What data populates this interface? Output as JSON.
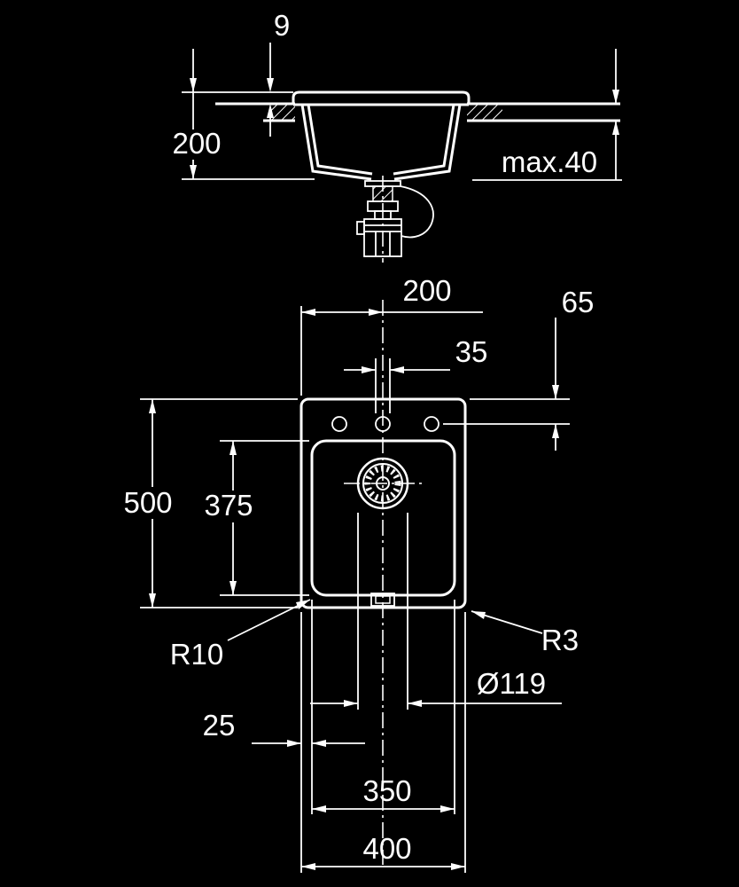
{
  "drawing": {
    "type": "sink-installation-technical-drawing",
    "colors": {
      "background": "#000000",
      "line": "#ffffff"
    },
    "labels": {
      "side_rim_height": "9",
      "side_depth": "200",
      "side_counter_max": "max.40",
      "plan_center_offset": "200",
      "plan_hole_setback": "65",
      "plan_hole_diameter": "35",
      "plan_length": "500",
      "plan_bowl_length": "375",
      "plan_inner_radius": "R10",
      "plan_outer_radius": "R3",
      "plan_drain_diameter": "Ø119",
      "plan_rim_width": "25",
      "plan_bowl_width": "350",
      "plan_width": "400"
    }
  }
}
